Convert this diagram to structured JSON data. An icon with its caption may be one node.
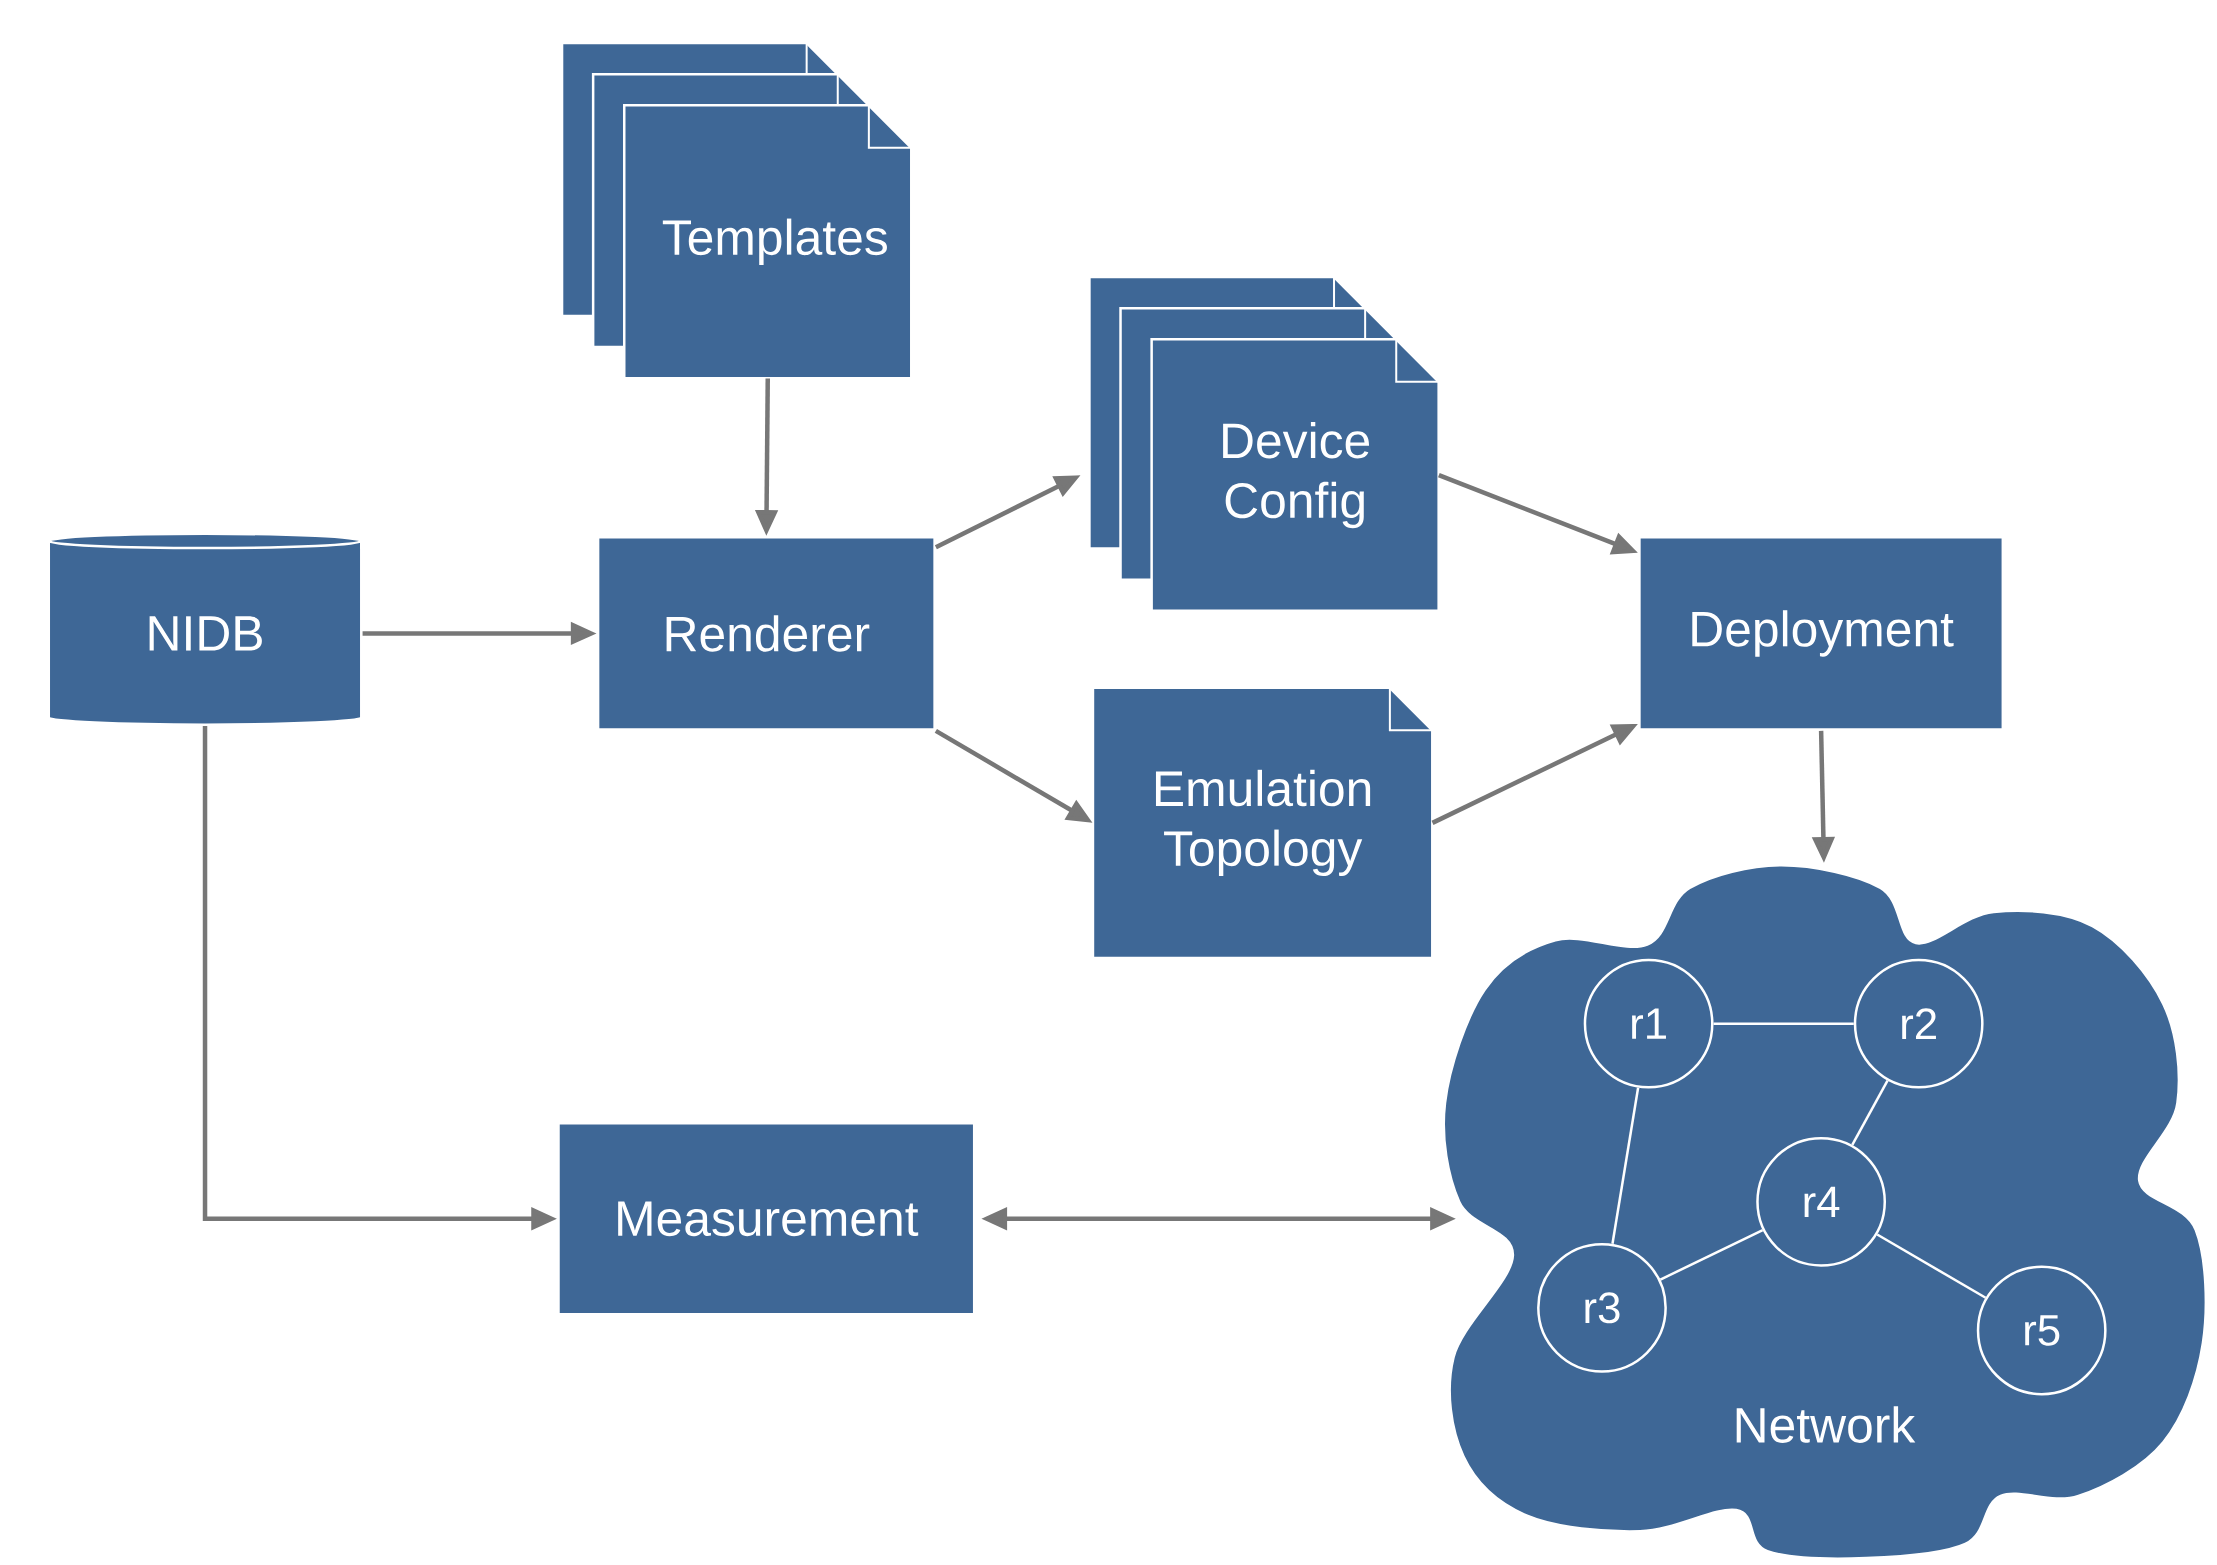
{
  "diagram": {
    "nodes": [
      {
        "text": [
          "Templates"
        ]
      },
      {
        "text": [
          "NIDB"
        ]
      },
      {
        "text": [
          "Renderer"
        ]
      },
      {
        "text": [
          "Device Config"
        ]
      },
      {
        "text": [
          "Emulation Topology"
        ]
      },
      {
        "text": [
          "Deployment"
        ]
      },
      {
        "text": [
          "Measurement"
        ]
      },
      {
        "text": [
          "Network"
        ]
      },
      {
        "text": [
          "r1"
        ],
        "in": 7
      },
      {
        "text": [
          "r2"
        ],
        "in": 7
      },
      {
        "text": [
          "r4"
        ],
        "in": 7
      },
      {
        "text": [
          "r3"
        ],
        "in": 7
      },
      {
        "text": [
          "r5"
        ],
        "in": 7
      }
    ],
    "edges": [
      {
        "from": 0,
        "to": 2,
        "arrow": "to"
      },
      {
        "from": 1,
        "to": 2,
        "arrow": "to"
      },
      {
        "from": 2,
        "to": 3,
        "arrow": "to"
      },
      {
        "from": 2,
        "to": 4,
        "arrow": "to"
      },
      {
        "from": 3,
        "to": 5,
        "arrow": "to"
      },
      {
        "from": 4,
        "to": 5,
        "arrow": "to"
      },
      {
        "from": 5,
        "to": 7,
        "arrow": "to"
      },
      {
        "from": 1,
        "to": 6,
        "arrow": "to"
      },
      {
        "from": 6,
        "to": 7,
        "arrow": "both"
      },
      {
        "from": 8,
        "to": 9,
        "arrow": "none",
        "color": "#ffffff"
      },
      {
        "from": 8,
        "to": 11,
        "arrow": "none",
        "color": "#ffffff"
      },
      {
        "from": 9,
        "to": 10,
        "arrow": "none",
        "color": "#ffffff"
      },
      {
        "from": 10,
        "to": 11,
        "arrow": "none",
        "color": "#ffffff"
      },
      {
        "from": 10,
        "to": 12,
        "arrow": "none",
        "color": "#ffffff"
      }
    ]
  }
}
